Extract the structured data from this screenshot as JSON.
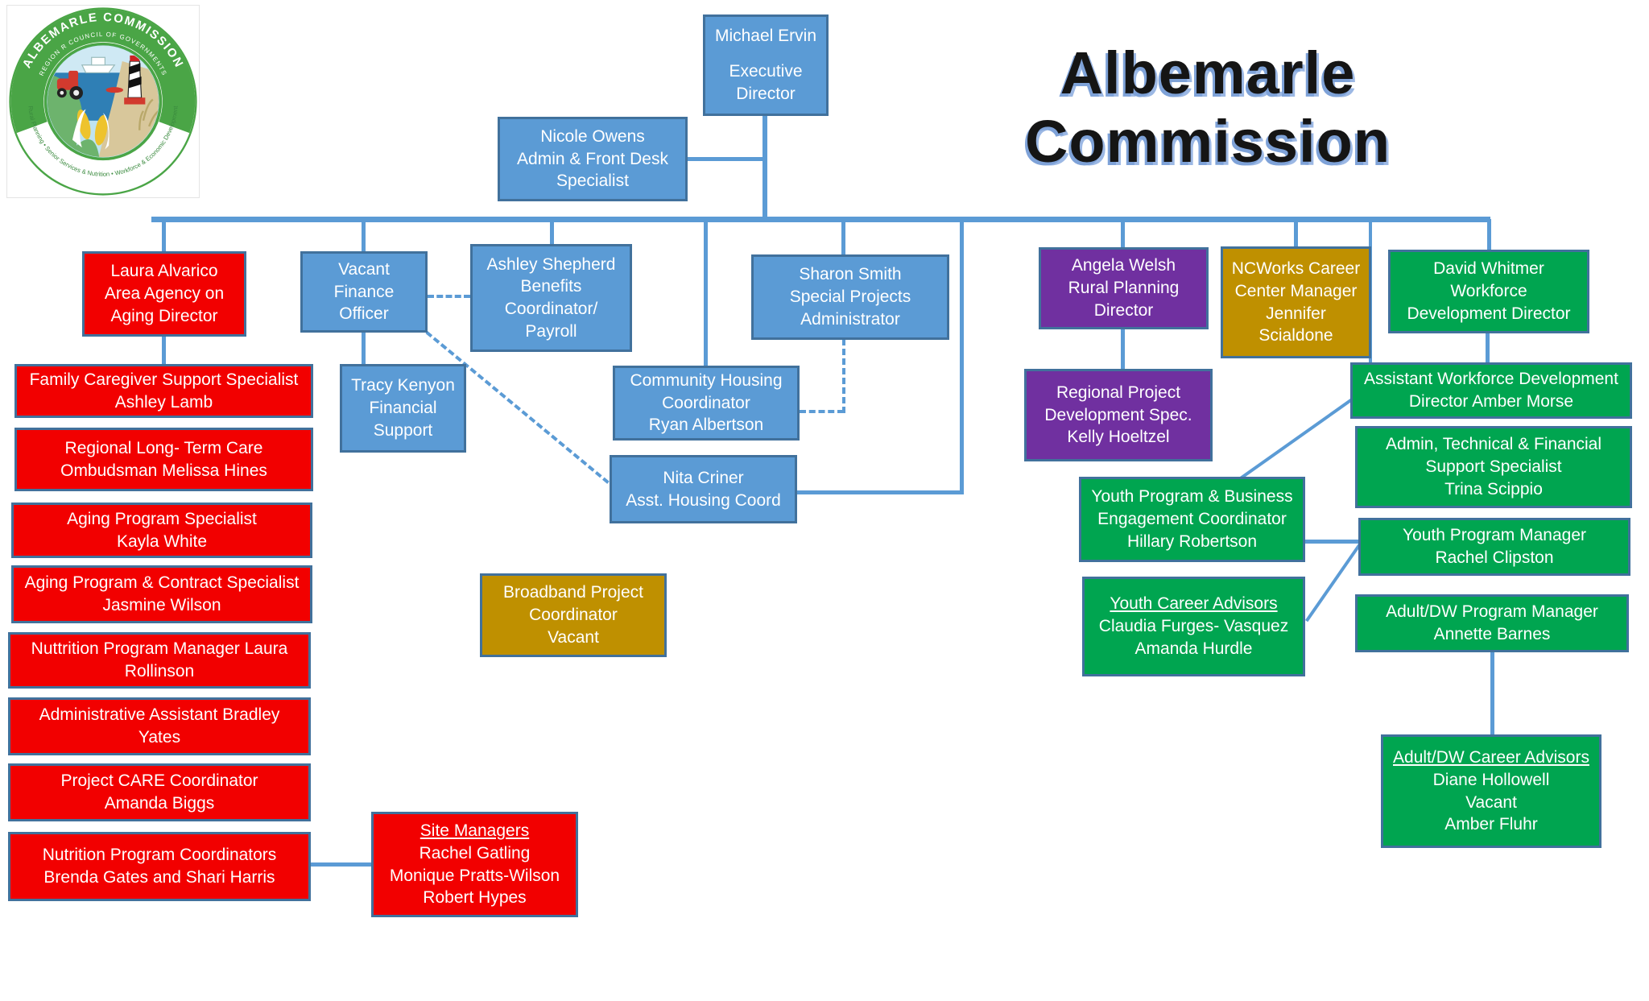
{
  "title": "Albemarle Commission",
  "logo": {
    "arc_top_primary": "ALBEMARLE COMMISSION",
    "arc_top_secondary": "REGION R COUNCIL OF GOVERNMENTS",
    "arc_bottom": "Rural Planning • Senior Services & Nutrition • Workforce & Economic Development"
  },
  "colors": {
    "box_blue": "#5b9bd5",
    "box_red": "#f20000",
    "box_green": "#00a550",
    "box_purple": "#7030a0",
    "box_gold": "#bf9000",
    "connector_line": "#5b9bd5",
    "box_border": "#41719c",
    "title_text": "#151515",
    "title_shadow": "#7ea2d8"
  },
  "boxes": {
    "michael_ervin": {
      "lines": [
        "Michael Ervin",
        "Executive Director"
      ]
    },
    "nicole_owens": {
      "lines": [
        "Nicole Owens",
        "Admin & Front Desk",
        "Specialist"
      ]
    },
    "laura_alvarico": {
      "lines": [
        "Laura Alvarico",
        "Area Agency on",
        "Aging Director"
      ]
    },
    "vacant_finance": {
      "lines": [
        "Vacant",
        "Finance",
        "Officer"
      ]
    },
    "ashley_shepherd": {
      "lines": [
        "Ashley Shepherd",
        "Benefits",
        "Coordinator/",
        "Payroll"
      ]
    },
    "sharon_smith": {
      "lines": [
        "Sharon Smith",
        "Special Projects",
        "Administrator"
      ]
    },
    "angela_welsh": {
      "lines": [
        "Angela Welsh",
        "Rural Planning",
        "Director"
      ]
    },
    "ncworks": {
      "lines": [
        "NCWorks Career",
        "Center Manager",
        "Jennifer",
        "Scialdone"
      ]
    },
    "david_whitmer": {
      "lines": [
        "David Whitmer",
        "Workforce",
        "Development Director"
      ]
    },
    "family_caregiver": {
      "lines": [
        "Family Caregiver Support Specialist",
        "Ashley Lamb"
      ]
    },
    "tracy_kenyon": {
      "lines": [
        "Tracy Kenyon",
        "Financial",
        "Support"
      ]
    },
    "community_housing": {
      "lines": [
        "Community Housing",
        "Coordinator",
        "Ryan Albertson"
      ]
    },
    "kelly_hoeltzel": {
      "lines": [
        "Regional Project",
        "Development Spec.",
        "Kelly Hoeltzel"
      ]
    },
    "amber_morse": {
      "lines": [
        "Assistant Workforce Development",
        "Director Amber Morse"
      ]
    },
    "melissa_hines": {
      "lines": [
        "Regional Long- Term Care",
        "Ombudsman Melissa Hines"
      ]
    },
    "nita_criner": {
      "lines": [
        "Nita Criner",
        "Asst. Housing Coord"
      ]
    },
    "trina_scippio": {
      "lines": [
        "Admin, Technical & Financial",
        "Support Specialist",
        "Trina Scippio"
      ]
    },
    "kayla_white": {
      "lines": [
        "Aging Program Specialist",
        "Kayla White"
      ]
    },
    "hillary_robertson": {
      "lines": [
        "Youth Program & Business",
        "Engagement Coordinator",
        "Hillary Robertson"
      ]
    },
    "rachel_clipston": {
      "lines": [
        "Youth Program Manager",
        "Rachel Clipston"
      ]
    },
    "jasmine_wilson": {
      "lines": [
        "Aging Program & Contract Specialist",
        "Jasmine Wilson"
      ]
    },
    "broadband": {
      "lines": [
        "Broadband Project",
        "Coordinator",
        "Vacant"
      ]
    },
    "youth_career_advisors": {
      "lines": [
        "Youth Career Advisors",
        "Claudia Furges- Vasquez",
        "Amanda Hurdle"
      ]
    },
    "annette_barnes": {
      "lines": [
        "Adult/DW Program Manager",
        "Annette Barnes"
      ]
    },
    "laura_rollinson": {
      "lines": [
        "Nuttrition Program Manager Laura",
        "Rollinson"
      ]
    },
    "bradley_yates": {
      "lines": [
        "Administrative Assistant Bradley",
        "Yates"
      ]
    },
    "amanda_biggs": {
      "lines": [
        "Project CARE Coordinator",
        "Amanda Biggs"
      ]
    },
    "nutrition_coordinators": {
      "lines": [
        "Nutrition Program Coordinators",
        "Brenda Gates and Shari Harris"
      ]
    },
    "site_managers": {
      "lines": [
        "Site Managers",
        "Rachel Gatling",
        "Monique Pratts-Wilson",
        "Robert Hypes"
      ]
    },
    "adult_dw_career_advisors": {
      "lines": [
        "Adult/DW Career Advisors",
        "Diane Hollowell",
        "Vacant",
        "Amber Fluhr"
      ]
    }
  }
}
